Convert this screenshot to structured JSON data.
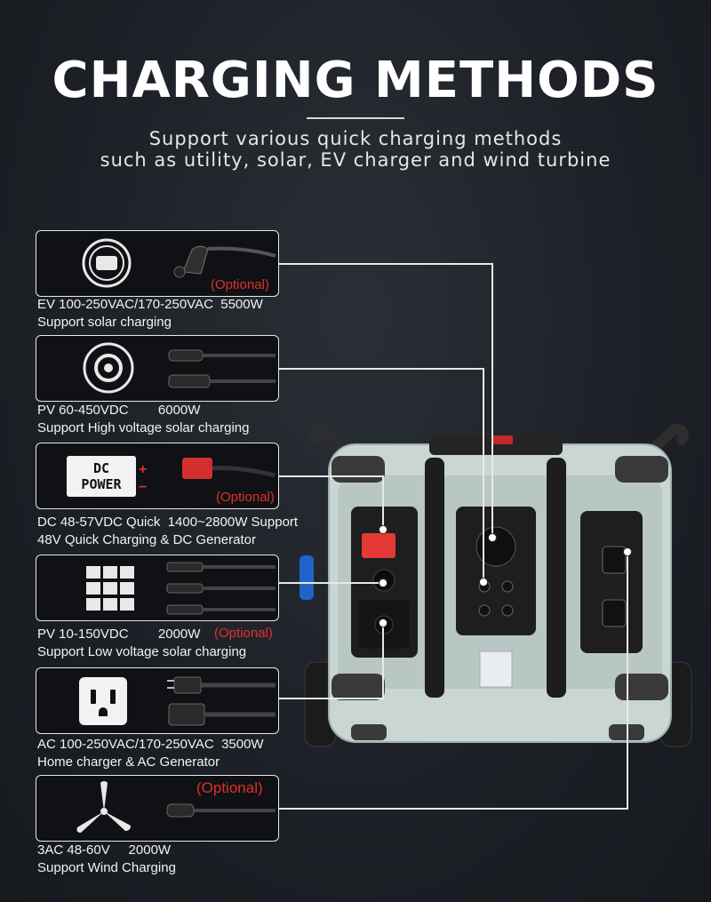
{
  "header": {
    "title": "CHARGING METHODS",
    "subtitle_line1": "Support various quick charging methods",
    "subtitle_line2": "such as utility, solar, EV charger and wind turbine"
  },
  "methods": [
    {
      "icon": "ev-charger-icon",
      "optional": "(Optional)",
      "line1": "EV 100-250VAC/170-250VAC  5500W",
      "line2": "Support solar charging"
    },
    {
      "icon": "pv-connector-icon",
      "line1": "PV 60-450VDC        6000W",
      "line2": "Support High voltage solar charging"
    },
    {
      "icon": "dc-power-icon",
      "badge": "DC\nPOWER",
      "optional": "(Optional)",
      "line1": "DC 48-57VDC Quick  1400~2800W Support",
      "line2": "48V Quick Charging & DC Generator"
    },
    {
      "icon": "solar-panel-icon",
      "optional": "(Optional)",
      "line1": "PV 10-150VDC        2000W",
      "line2": "Support Low voltage solar charging"
    },
    {
      "icon": "ac-outlet-icon",
      "line1": "AC 100-250VAC/170-250VAC  3500W",
      "line2": "Home charger & AC Generator"
    },
    {
      "icon": "wind-turbine-icon",
      "optional": "(Optional)",
      "line1": "3AC 48-60V     2000W",
      "line2": "Support Wind Charging"
    }
  ],
  "colors": {
    "optional": "#e0302d",
    "device_body": "#c9d6d3",
    "background": "#1d2127"
  }
}
